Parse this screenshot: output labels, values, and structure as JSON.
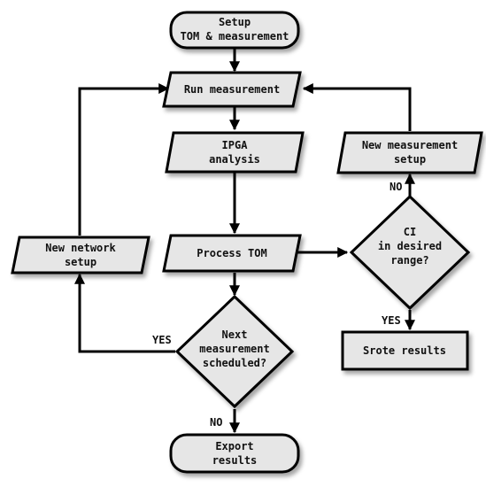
{
  "nodes": {
    "setup": {
      "line1": "Setup",
      "line2": "TOM & measurement"
    },
    "run": {
      "label": "Run measurement"
    },
    "ipga": {
      "line1": "IPGA",
      "line2": "analysis"
    },
    "process": {
      "label": "Process TOM"
    },
    "new_meas": {
      "line1": "New measurement",
      "line2": "setup"
    },
    "ci": {
      "line1": "CI",
      "line2": "in desired",
      "line3": "range?"
    },
    "new_network": {
      "line1": "New network",
      "line2": "setup"
    },
    "next": {
      "line1": "Next",
      "line2": "measurement",
      "line3": "scheduled?"
    },
    "store": {
      "label": "Srote results"
    },
    "export": {
      "line1": "Export",
      "line2": "results"
    }
  },
  "edge_labels": {
    "ci_no": "NO",
    "ci_yes": "YES",
    "next_yes": "YES",
    "next_no": "NO"
  },
  "colors": {
    "fill": "#e6e6e6",
    "stroke": "#000000",
    "shadow": "#9a9a9a"
  }
}
